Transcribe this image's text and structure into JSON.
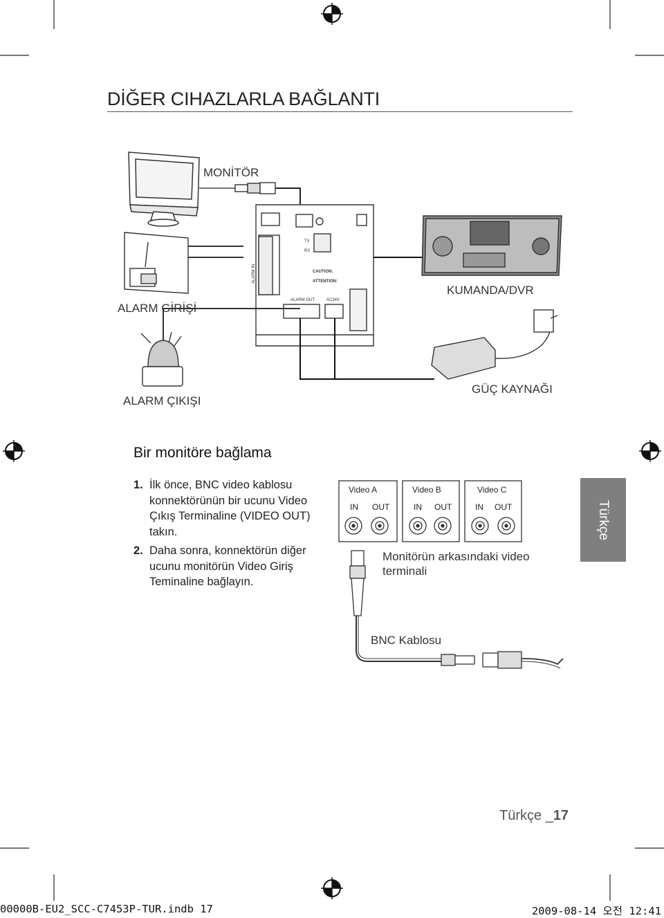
{
  "page": {
    "title": "DİĞER CIHAZLARLA BAĞLANTI",
    "section_heading": "Bir monitöre bağlama",
    "tab_label": "Türkçe",
    "page_number_prefix": "Türkçe _",
    "page_number": "17",
    "footer_left": "00000B-EU2_SCC-C7453P-TUR.indb   17",
    "footer_right": "2009-08-14   오전 12:41"
  },
  "diagram_top": {
    "monitor_label": "MONİTÖR",
    "alarm_in_label": "ALARM GİRİŞİ",
    "controller_label": "KUMANDA/DVR",
    "alarm_out_label": "ALARM ÇIKIŞI",
    "power_label": "GÜÇ KAYNAĞI",
    "board_alarm_in": "ALARM IN",
    "board_alarm_out": "ALARM OUT",
    "board_ac24v": "AC24V",
    "board_caution": "CAUTION:",
    "board_attention": "ATTENTION:",
    "board_tx": "TX",
    "board_rx": "RX"
  },
  "steps": [
    {
      "num": "1.",
      "text": "İlk önce, BNC video kablosu konnektörünün bir ucunu Video Çıkış Terminaline (VIDEO OUT) takın."
    },
    {
      "num": "2.",
      "text": "Daha sonra, konnektörün diğer ucunu monitörün Video Giriş Teminaline bağlayın."
    }
  ],
  "diagram_bottom": {
    "video_boxes": [
      {
        "title": "Video A",
        "in": "IN",
        "out": "OUT"
      },
      {
        "title": "Video B",
        "in": "IN",
        "out": "OUT"
      },
      {
        "title": "Video C",
        "in": "IN",
        "out": "OUT"
      }
    ],
    "monitor_terminal_label": "Monitörün arkasındaki video terminali",
    "bnc_cable_label": "BNC Kablosu"
  },
  "colors": {
    "tab_background": "#7f7f7f",
    "text": "#222222",
    "wire": "#111111"
  }
}
